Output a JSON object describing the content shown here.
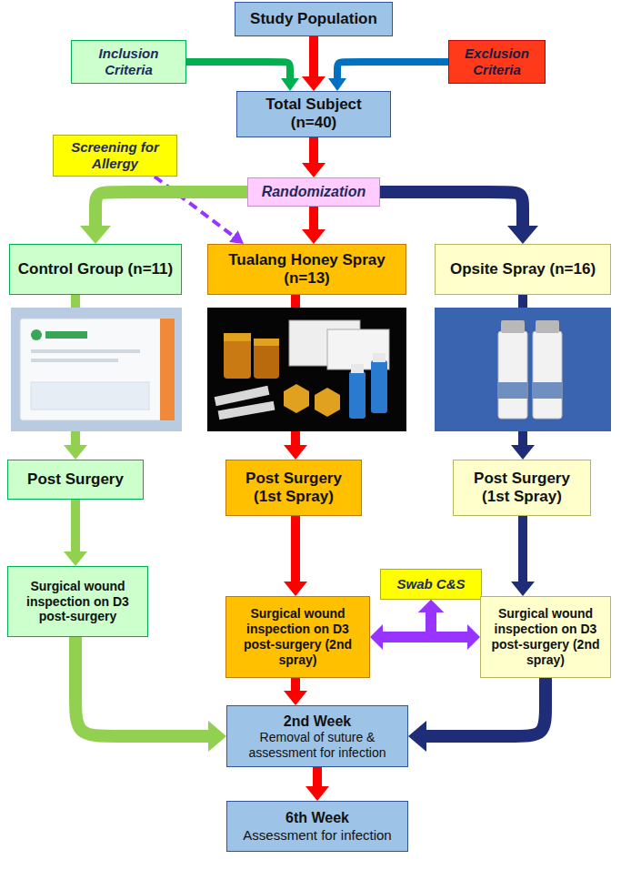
{
  "diagram": {
    "nodes": [
      {
        "text": [
          "Study Population"
        ]
      },
      {
        "text": [
          "Inclusion Criteria"
        ]
      },
      {
        "text": [
          "Exclusion Criteria"
        ]
      },
      {
        "text": [
          "Total Subject (n=40)"
        ]
      },
      {
        "text": [
          "Screening for Allergy"
        ]
      },
      {
        "text": [
          "Randomization"
        ]
      },
      {
        "text": [
          "Control Group (n=11)"
        ]
      },
      {
        "text": [
          "Tualang Honey Spray (n=13)"
        ]
      },
      {
        "text": [
          "Opsite Spray (n=16)"
        ]
      },
      {
        "text": [
          "Post Surgery"
        ]
      },
      {
        "text": [
          "Post Surgery (1st Spray)"
        ]
      },
      {
        "text": [
          "Post Surgery (1st Spray)"
        ]
      },
      {
        "text": [
          "Swab C&S"
        ]
      },
      {
        "text": [
          "Surgical wound inspection on D3 post-surgery"
        ]
      },
      {
        "text": [
          "Surgical wound inspection on D3 post-surgery (2nd spray)"
        ]
      },
      {
        "text": [
          "Surgical wound inspection on D3 post-surgery (2nd spray)"
        ]
      },
      {
        "text": [
          "2nd Week",
          "Removal of suture & assessment for infection"
        ]
      },
      {
        "text": [
          "6th Week",
          "Assessment for infection"
        ]
      }
    ],
    "edges": [
      {
        "from": 0,
        "to": 3,
        "arrow": "to"
      },
      {
        "from": 1,
        "to": 3,
        "arrow": "to"
      },
      {
        "from": 2,
        "to": 3,
        "arrow": "to"
      },
      {
        "from": 3,
        "to": 5,
        "arrow": "to"
      },
      {
        "from": 4,
        "to": 7,
        "arrow": "to"
      },
      {
        "from": 5,
        "to": 6,
        "arrow": "to"
      },
      {
        "from": 5,
        "to": 7,
        "arrow": "to"
      },
      {
        "from": 5,
        "to": 8,
        "arrow": "to"
      },
      {
        "from": 6,
        "to": 9,
        "arrow": "to"
      },
      {
        "from": 7,
        "to": 10,
        "arrow": "to"
      },
      {
        "from": 8,
        "to": 11,
        "arrow": "to"
      },
      {
        "from": 9,
        "to": 13,
        "arrow": "to"
      },
      {
        "from": 10,
        "to": 14,
        "arrow": "to"
      },
      {
        "from": 11,
        "to": 15,
        "arrow": "to"
      },
      {
        "from": 12,
        "to": 14,
        "arrow": "both"
      },
      {
        "from": 12,
        "to": 15,
        "arrow": "both"
      },
      {
        "from": 13,
        "to": 16,
        "arrow": "to"
      },
      {
        "from": 14,
        "to": 16,
        "arrow": "to"
      },
      {
        "from": 15,
        "to": 16,
        "arrow": "to"
      },
      {
        "from": 16,
        "to": 17,
        "arrow": "to"
      }
    ]
  }
}
